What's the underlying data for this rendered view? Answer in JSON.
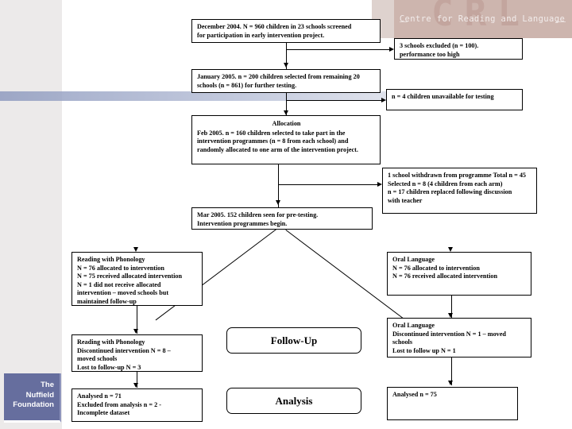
{
  "header": {
    "watermark": "CRL",
    "title": "Centre for Reading and Language"
  },
  "footer_logo": {
    "line1": "The",
    "line2": "Nuffield",
    "line3": "Foundation"
  },
  "stage_labels": {
    "follow_up": "Follow-Up",
    "analysis": "Analysis",
    "allocation": "Allocation"
  },
  "flow": {
    "screening": {
      "lines": [
        "December 2004. N = 960 children in 23 schools screened",
        "for participation in early intervention project."
      ]
    },
    "schools_excluded": {
      "lines": [
        "3 schools excluded (n = 100).",
        "performance too high"
      ]
    },
    "selection": {
      "lines": [
        "January 2005. n = 200 children selected from remaining 20",
        "schools (n = 861) for further testing."
      ]
    },
    "unavailable": {
      "lines": [
        "n = 4 children unavailable for testing"
      ]
    },
    "allocation": {
      "header": "Allocation",
      "lines": [
        "Feb 2005. n = 160 children selected to take part in the",
        "intervention programmes (n = 8 from each school) and",
        "randomly allocated to one arm of the intervention project."
      ]
    },
    "withdrawal": {
      "lines": [
        "1 school withdrawn from programme Total n = 45",
        "Selected n = 8 (4 children from each arm)",
        "n = 17 children replaced following discussion",
        "with teacher"
      ]
    },
    "pretesting": {
      "lines": [
        "Mar 2005. 152 children seen for pre-testing.",
        "Intervention programmes begin."
      ]
    },
    "arm_rwp_allocated": {
      "lines": [
        "Reading with Phonology",
        "N = 76 allocated to intervention",
        "N = 75 received allocated intervention",
        "N = 1 did not receive allocated",
        "intervention – moved schools but",
        "maintained follow-up"
      ]
    },
    "arm_ol_allocated": {
      "lines": [
        "Oral Language",
        "N = 76 allocated to intervention",
        "N = 76 received allocated intervention"
      ]
    },
    "arm_rwp_followup": {
      "lines": [
        "Reading with Phonology",
        "Discontinued intervention N = 8 –",
        "moved schools",
        "Lost to follow-up N = 3"
      ]
    },
    "arm_ol_followup": {
      "lines": [
        "Oral Language",
        "Discontinued intervention N = 1 – moved",
        "schools",
        "Lost to follow up N = 1"
      ]
    },
    "arm_rwp_analysis": {
      "lines": [
        "Analysed n = 71",
        "Excluded from analysis n = 2 -",
        "Incomplete dataset"
      ]
    },
    "arm_ol_analysis": {
      "lines": [
        "Analysed n = 75"
      ]
    }
  },
  "colors": {
    "header_band": "#cdb5ae",
    "watermark": "#c3a59e",
    "nuffield": "#666e9e",
    "left_panel": "#eceaea",
    "stripe": "#8f9bbf"
  }
}
